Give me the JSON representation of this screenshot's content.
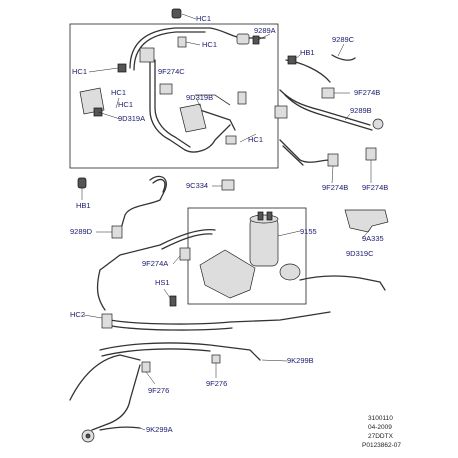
{
  "labels": {
    "hc1_a": "HC1",
    "hc1_b": "HC1",
    "hc1_c": "HC1",
    "hc1_d": "HC1",
    "hc1_e": "HC1",
    "p9289a": "9289A",
    "p9289c": "9289C",
    "hb1_a": "HB1",
    "hb1_b": "HB1",
    "p9f274c": "9F274C",
    "p9f274b_a": "9F274B",
    "p9f274b_b": "9F274B",
    "p9f274b_c": "9F274B",
    "p9f274a": "9F274A",
    "p9d319b": "9D319B",
    "p9d319a": "9D319A",
    "p9d319c": "9D319C",
    "p9289b": "9289B",
    "p9c334": "9C334",
    "p9289d": "9289D",
    "p9155": "9155",
    "p9a335": "9A335",
    "hs1": "HS1",
    "hc2": "HC2",
    "p9k299b": "9K299B",
    "p9f276_a": "9F276",
    "p9f276_b": "9F276",
    "p9k299a": "9K299A"
  },
  "footer": {
    "line1": "3100110",
    "line2": "04-2009",
    "line3": "27DDTX",
    "line4": "P0123862-07"
  }
}
